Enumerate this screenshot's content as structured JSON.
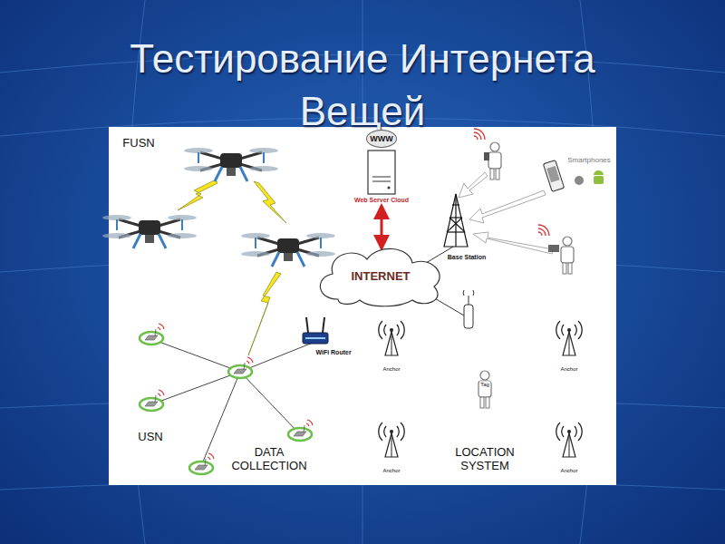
{
  "diagram": {
    "title": "Тестирование Интернета Вещей",
    "nodes": [
      {
        "text": [
          "WWW",
          "Web Server Cloud"
        ]
      },
      {
        "text": [
          "INTERNET"
        ]
      }
    ],
    "edges": [
      {
        "from": 0,
        "to": 1,
        "arrow": "both"
      }
    ],
    "labels": [
      "FUSN",
      "Smartphones",
      "Base Station",
      "WiFi Router",
      "Anchor",
      "Anchor",
      "Anchor",
      "Anchor",
      "Tag",
      "USN",
      "DATA COLLECTION",
      "LOCATION SYSTEM"
    ]
  }
}
